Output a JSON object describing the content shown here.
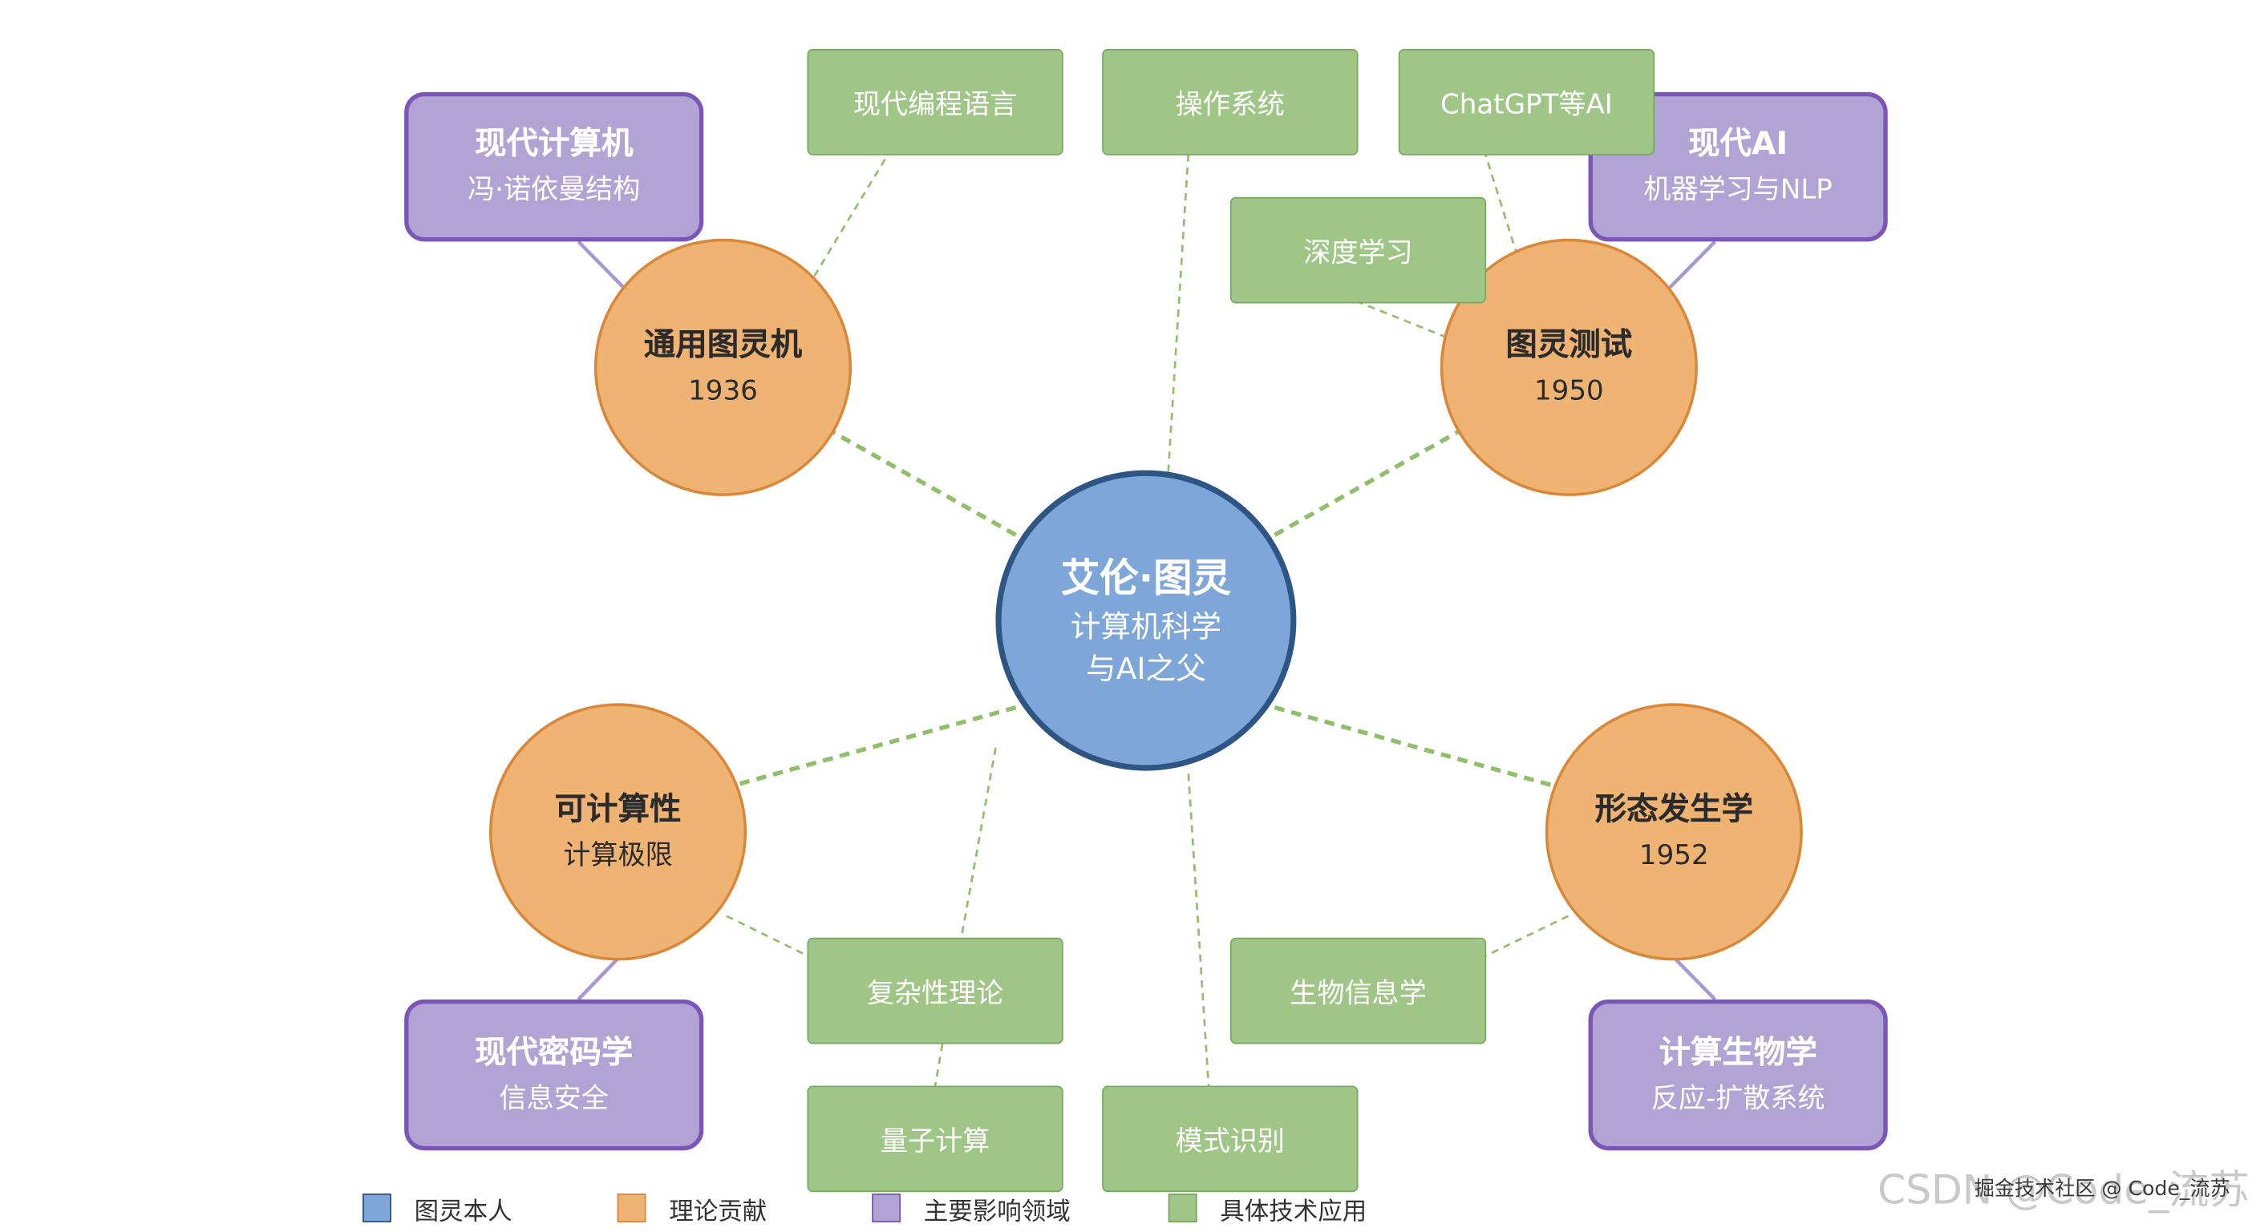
{
  "center": {
    "title": "艾伦·图灵",
    "line1": "计算机科学",
    "line2": "与AI之父"
  },
  "contributions": {
    "turing_machine": {
      "title": "通用图灵机",
      "sub": "1936"
    },
    "turing_test": {
      "title": "图灵测试",
      "sub": "1950"
    },
    "computability": {
      "title": "可计算性",
      "sub": "计算极限"
    },
    "morphogenesis": {
      "title": "形态发生学",
      "sub": "1952"
    }
  },
  "fields": {
    "modern_computer": {
      "title": "现代计算机",
      "sub": "冯·诺依曼结构"
    },
    "modern_ai": {
      "title": "现代AI",
      "sub": "机器学习与NLP"
    },
    "cryptography": {
      "title": "现代密码学",
      "sub": "信息安全"
    },
    "comp_biology": {
      "title": "计算生物学",
      "sub": "反应-扩散系统"
    }
  },
  "applications": {
    "programming_languages": "现代编程语言",
    "operating_systems": "操作系统",
    "chatgpt": "ChatGPT等AI",
    "deep_learning": "深度学习",
    "complexity_theory": "复杂性理论",
    "quantum_computing": "量子计算",
    "bioinformatics": "生物信息学",
    "pattern_recognition": "模式识别"
  },
  "legend": [
    {
      "label": "图灵本人",
      "color": "#7ea6d8",
      "border": "#2e5584"
    },
    {
      "label": "理论贡献",
      "color": "#efb474",
      "border": "#d9883a"
    },
    {
      "label": "主要影响领域",
      "color": "#b1a4d4",
      "border": "#7c56b6"
    },
    {
      "label": "具体技术应用",
      "color": "#9fc686",
      "border": "#7aa85f"
    }
  ],
  "watermark": {
    "faded": "CSDN @Code_流苏",
    "text": "掘金技术社区 @ Code_流苏"
  },
  "colors": {
    "center_fill": "#7ea6d8",
    "center_border": "#2e5584",
    "orange_fill": "#efb474",
    "orange_border": "#d9883a",
    "purple_fill": "#b1a4d4",
    "purple_border": "#7c56b6",
    "green_fill": "#9fc686",
    "green_border": "#7aa85f",
    "dashed_link": "#8fbf6a",
    "purple_link": "#a898d2"
  }
}
